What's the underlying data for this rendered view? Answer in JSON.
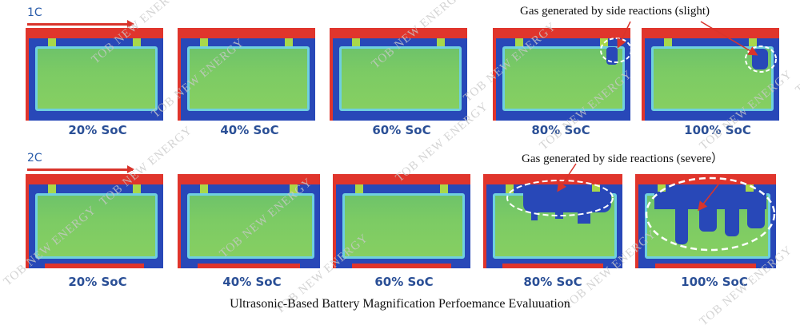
{
  "rows": [
    {
      "rate": "1C",
      "labels": [
        "20% SoC",
        "40% SoC",
        "60% SoC",
        "80% SoC",
        "100% SoC"
      ],
      "annotation": "Gas generated by side reactions (slight)"
    },
    {
      "rate": "2C",
      "labels": [
        "20% SoC",
        "40% SoC",
        "60% SoC",
        "80% SoC",
        "100% SoC"
      ],
      "annotation": "Gas generated by side reactions (severe）"
    }
  ],
  "watermark": "TOB NEW ENERGY",
  "caption": "Ultrasonic-Based Battery Magnification Perfoemance Evaluuation",
  "colors": {
    "pack_red": "#e0352c",
    "ultrasound_blue": "#2848b8",
    "electrolyte_green": "#7ccb64",
    "label_blue": "#2a4f96",
    "arrow_red": "#d9342b"
  }
}
